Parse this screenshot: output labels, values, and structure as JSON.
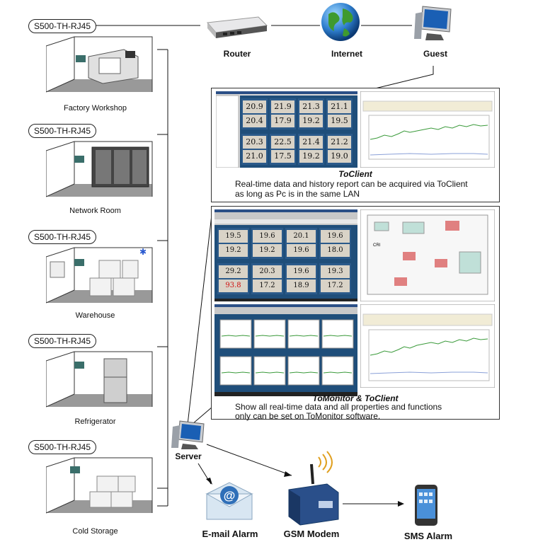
{
  "sensor_label": "S500-TH-RJ45",
  "rooms": [
    {
      "name": "Factory Workshop"
    },
    {
      "name": "Network Room"
    },
    {
      "name": "Warehouse"
    },
    {
      "name": "Refrigerator"
    },
    {
      "name": "Cold Storage"
    }
  ],
  "network": {
    "router": "Router",
    "internet": "Internet",
    "guest": "Guest",
    "server": "Server",
    "email_alarm": "E-mail Alarm",
    "gsm_modem": "GSM Modem",
    "sms_alarm": "SMS Alarm",
    "email_symbol": "@"
  },
  "toclient": {
    "title": "ToClient",
    "description_line1": "Real-time data and history report can be acquired via ToClient",
    "description_line2": "as long as Pc is in the same LAN",
    "readings": [
      {
        "temp": "20.9",
        "hum": "20.4"
      },
      {
        "temp": "21.9",
        "hum": "17.9"
      },
      {
        "temp": "21.3",
        "hum": "19.2"
      },
      {
        "temp": "21.1",
        "hum": "19.5"
      },
      {
        "temp": "20.3",
        "hum": "21.0"
      },
      {
        "temp": "22.5",
        "hum": "17.5"
      },
      {
        "temp": "21.4",
        "hum": "19.2"
      },
      {
        "temp": "21.2",
        "hum": "19.0"
      }
    ]
  },
  "tomonitor": {
    "title": "ToMonitor & ToClient",
    "description_line1": "Show all real-time data and all properties and functions",
    "description_line2": "only can be set on ToMonitor software.",
    "readings": [
      {
        "temp": "19.5",
        "hum": "19.2"
      },
      {
        "temp": "19.6",
        "hum": "19.2"
      },
      {
        "temp": "20.1",
        "hum": "19.6"
      },
      {
        "temp": "19.6",
        "hum": "18.0"
      },
      {
        "temp": "29.2",
        "hum": "93.8"
      },
      {
        "temp": "20.3",
        "hum": "17.2"
      },
      {
        "temp": "19.6",
        "hum": "18.9"
      },
      {
        "temp": "19.3",
        "hum": "17.2"
      }
    ]
  },
  "colors": {
    "panel_blue": "#1f4e7a",
    "cell_bg": "#d9d3c7",
    "alarm_red": "#d01010",
    "chart_green": "#3a9a3a"
  }
}
